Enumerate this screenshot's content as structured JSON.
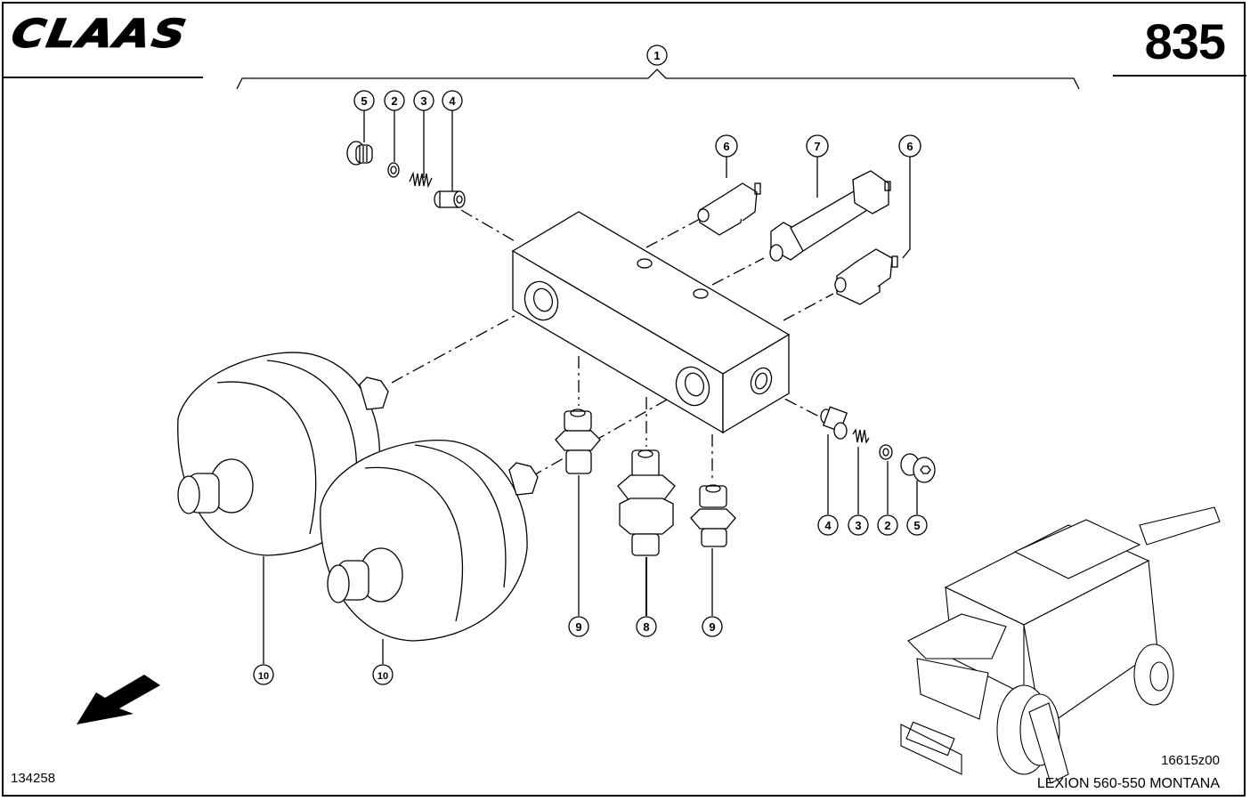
{
  "header": {
    "brand": "CLAAS",
    "page_number": "835"
  },
  "footer": {
    "drawing_number": "134258",
    "figure_code": "16615z00",
    "model": "LEXION 560-550 MONTANA"
  },
  "callouts": {
    "c1": "1",
    "c2a": "2",
    "c3a": "3",
    "c4a": "4",
    "c5a": "5",
    "c6a": "6",
    "c7": "7",
    "c6b": "6",
    "c4b": "4",
    "c3b": "3",
    "c2b": "2",
    "c5b": "5",
    "c9a": "9",
    "c8": "8",
    "c9b": "9",
    "c10a": "10",
    "c10b": "10"
  },
  "icons": {
    "direction": "arrow-down-left-icon"
  }
}
